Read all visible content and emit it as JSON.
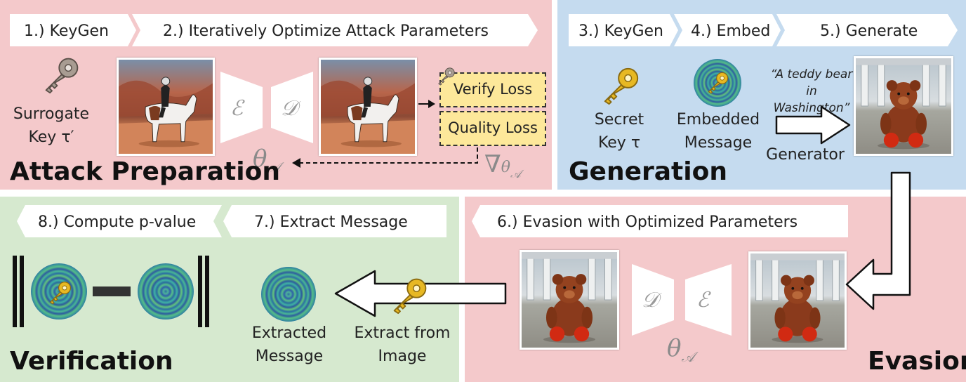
{
  "panels": {
    "attack_preparation": {
      "title": "Attack Preparation",
      "steps": [
        "1.) KeyGen",
        "2.) Iteratively Optimize Attack Parameters"
      ],
      "surrogate_key": [
        "Surrogate",
        "Key τ′"
      ],
      "encoder_symbol": "ℰ",
      "decoder_symbol": "𝒟",
      "losses": [
        "Verify Loss",
        "Quality Loss"
      ],
      "theta": "θ",
      "theta_sub": "𝒜",
      "nabla": "∇"
    },
    "generation": {
      "title": "Generation",
      "steps": [
        "3.) KeyGen",
        "4.) Embed",
        "5.) Generate"
      ],
      "secret_key": [
        "Secret",
        "Key τ"
      ],
      "embedded_message": [
        "Embedded",
        "Message"
      ],
      "prompt": [
        "“A teddy bear",
        "in Washington”"
      ],
      "generator": "Generator"
    },
    "evasion": {
      "title": "Evasion",
      "step": "6.) Evasion with Optimized Parameters",
      "decoder_symbol": "𝒟",
      "encoder_symbol": "ℰ",
      "theta": "θ",
      "theta_sub": "𝒜"
    },
    "verification": {
      "title": "Verification",
      "steps": [
        "8.) Compute p-value",
        "7.) Extract Message"
      ],
      "extracted_message": [
        "Extracted",
        "Message"
      ],
      "extract_from_image": [
        "Extract from",
        "Image"
      ]
    }
  },
  "colors": {
    "pink": "#f4c9cb",
    "blue": "#c5dbef",
    "green": "#d6e9cf",
    "key_gold": "#e7b823",
    "key_gray": "#9a8f86",
    "loss_yellow": "#fde89a"
  },
  "icons": [
    "key-icon",
    "watermark-disc-icon",
    "hollow-arrow-icon",
    "encoder-trapezoid",
    "decoder-trapezoid"
  ]
}
